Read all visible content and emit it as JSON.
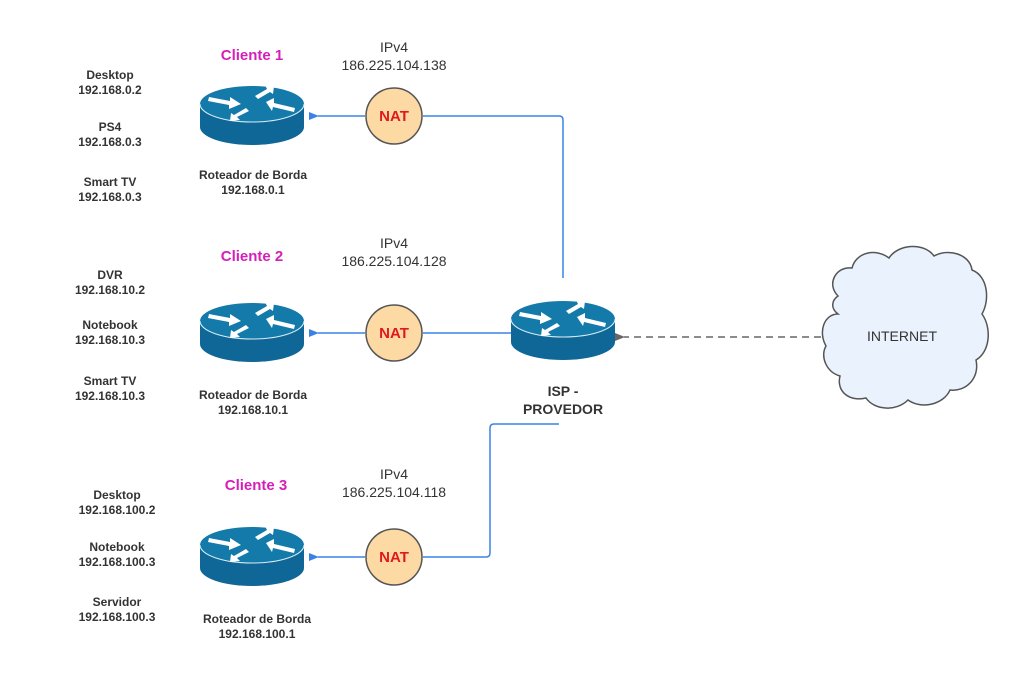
{
  "colors": {
    "router_body": "#0e6796",
    "router_top": "#137aa9",
    "link": "#3b82e6",
    "nat_fill": "#fdd9a4",
    "nat_stroke": "#555555",
    "nat_text": "#e0191f",
    "client_title": "#d61fb8",
    "cloud_fill": "#eaf3fd",
    "cloud_stroke": "#555555",
    "dashed_link": "#666666"
  },
  "clients": [
    {
      "title": "Cliente 1",
      "ipv4_label": "IPv4",
      "public_ip": "186.225.104.138",
      "nat_label": "NAT",
      "router_label": "Roteador de Borda",
      "router_ip": "192.168.0.1",
      "devices": [
        {
          "name": "Desktop",
          "ip": "192.168.0.2"
        },
        {
          "name": "PS4",
          "ip": "192.168.0.3"
        },
        {
          "name": "Smart TV",
          "ip": "192.168.0.3"
        }
      ]
    },
    {
      "title": "Cliente 2",
      "ipv4_label": "IPv4",
      "public_ip": "186.225.104.128",
      "nat_label": "NAT",
      "router_label": "Roteador de Borda",
      "router_ip": "192.168.10.1",
      "devices": [
        {
          "name": "DVR",
          "ip": "192.168.10.2"
        },
        {
          "name": "Notebook",
          "ip": "192.168.10.3"
        },
        {
          "name": "Smart TV",
          "ip": "192.168.10.3"
        }
      ]
    },
    {
      "title": "Cliente 3",
      "ipv4_label": "IPv4",
      "public_ip": "186.225.104.118",
      "nat_label": "NAT",
      "router_label": "Roteador de Borda",
      "router_ip": "192.168.100.1",
      "devices": [
        {
          "name": "Desktop",
          "ip": "192.168.100.2"
        },
        {
          "name": "Notebook",
          "ip": "192.168.100.3"
        },
        {
          "name": "Servidor",
          "ip": "192.168.100.3"
        }
      ]
    }
  ],
  "isp": {
    "label_line1": "ISP -",
    "label_line2": "PROVEDOR"
  },
  "internet": {
    "label": "INTERNET"
  }
}
